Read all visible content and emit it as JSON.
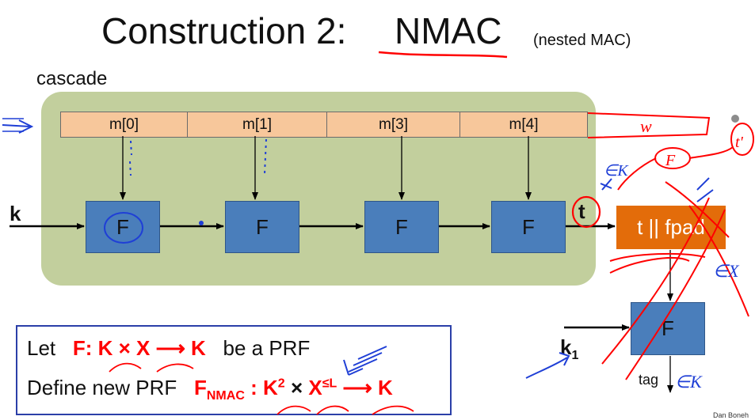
{
  "title": {
    "prefix": "Construction 2:",
    "emphasis": "NMAC",
    "subtitle": "(nested MAC)"
  },
  "cascade": {
    "label": "cascade"
  },
  "messages": [
    "m[0]",
    "m[1]",
    "m[3]",
    "m[4]"
  ],
  "func_label": "F",
  "inputs": {
    "key": "k",
    "cascade_out": "t",
    "outer_key": "k",
    "outer_key_sub": "1",
    "output": "tag"
  },
  "pad_block": {
    "text": "t || fpad"
  },
  "definition": {
    "line1": {
      "lead": "Let",
      "formula": "F: K × X ⟶ K",
      "tail": "be a PRF"
    },
    "line2": {
      "lead": "Define new PRF",
      "f": "F",
      "f_sub": "NMAC",
      "colon": ":",
      "k": "K",
      "k_sup": "2",
      "times": "×",
      "x": "X",
      "x_sup": "≤L",
      "arrow": "⟶",
      "result": "K"
    }
  },
  "annotations": {
    "w": "w",
    "t_prime": "t'",
    "F": "F",
    "eK_top": "∈K",
    "eX": "∈X",
    "eK_bottom": "∈K"
  },
  "footer": "Dan Boneh",
  "colors": {
    "cascade_bg": "#c2cf9d",
    "message_bg": "#f7c79b",
    "block_blue": "#4a7ebb",
    "pad_orange": "#e36c0a",
    "ink_red": "#ff0000",
    "ink_blue": "#1f3fd6"
  }
}
